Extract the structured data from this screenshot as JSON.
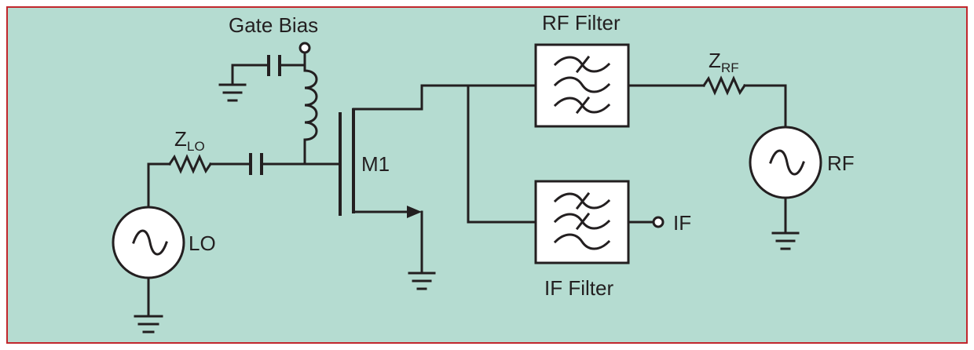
{
  "labels": {
    "gate_bias": "Gate Bias",
    "rf_filter": "RF Filter",
    "if_filter": "IF Filter",
    "z_lo_main": "Z",
    "z_lo_sub": "LO",
    "z_rf_main": "Z",
    "z_rf_sub": "RF",
    "transistor": "M1",
    "lo_source": "LO",
    "rf_source": "RF",
    "if_port": "IF"
  },
  "colors": {
    "background": "#b5dcd1",
    "border": "#c1272d",
    "ink": "#231f20",
    "component_fill": "#ffffff"
  },
  "icons": {
    "lo_source": "ac-source-icon",
    "rf_source": "ac-source-icon",
    "rf_filter": "bandpass-filter-icon",
    "if_filter": "bandpass-filter-icon",
    "grounds": "ground-icon",
    "z_lo": "resistor-icon",
    "z_rf": "resistor-icon",
    "inductor": "inductor-icon",
    "capacitors": "capacitor-icon"
  }
}
